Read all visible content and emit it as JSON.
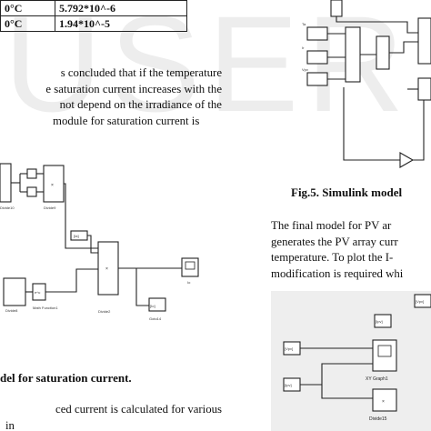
{
  "table": {
    "rows": [
      {
        "col1": "0°C",
        "col2": "5.792*10^-6"
      },
      {
        "col1": "0°C",
        "col2": "1.94*10^-5"
      }
    ]
  },
  "left_paragraph": [
    "s concluded that if the temperature",
    "e saturation current increases with the",
    "not depend on the irradiance of the",
    "module for saturation current is"
  ],
  "left_figure": {
    "blocks": {
      "divide10": "Divide10",
      "divide9": "Divide9",
      "divide8": "Divide8",
      "math_function": "Math\nFunction1",
      "divide2": "Divide2",
      "goto": "Goto14",
      "tag_a": "[Ia]",
      "tag_b": "[Io]",
      "scope_label": "Io",
      "mult": "×",
      "exp": "e^u"
    },
    "caption": "del for saturation current."
  },
  "left_bottom_paragraph": [
    "ced current is calculated for various",
    "in"
  ],
  "right_figure": {
    "caption": "Fig.5. Simulink model"
  },
  "right_paragraph": [
    "The final model for PV ar",
    "generates the PV array curr",
    "temperature. To plot the I-",
    "modification is required whi"
  ],
  "right_bottom_figure": {
    "tags": {
      "vpv_top": "[Vpv]",
      "ipv_top": "[Ipv]",
      "vpv_left": "[Vpv]",
      "ipv_left": "[Ipv]"
    },
    "xy_graph": "XY Graph1",
    "divide": "Divide15"
  },
  "watermark": "USER"
}
